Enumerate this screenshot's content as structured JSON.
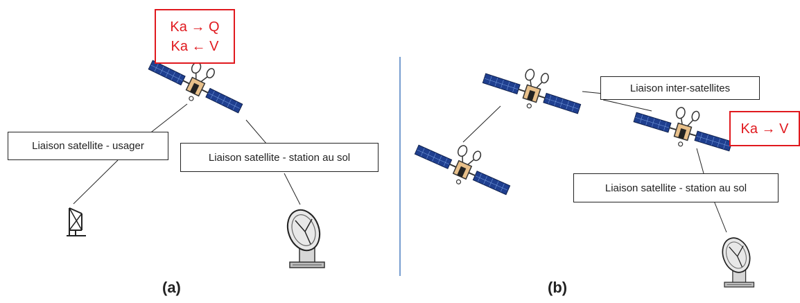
{
  "panel_a": {
    "caption": "(a)",
    "band_box": {
      "line1": "Ka → Q",
      "line2": "Ka ← V",
      "border_color": "#e0191e"
    },
    "labels": {
      "user_link": "Liaison satellite - usager",
      "ground_link": "Liaison satellite - station au sol"
    },
    "icons": [
      "satellite-icon",
      "user-terminal-antenna-icon",
      "ground-station-dish-icon"
    ]
  },
  "panel_b": {
    "caption": "(b)",
    "band_box": {
      "line1": "Ka → V",
      "border_color": "#e0191e"
    },
    "labels": {
      "inter_satellite_link": "Liaison inter-satellites",
      "ground_link": "Liaison satellite - station au sol"
    },
    "icons": [
      "satellite-icon",
      "satellite-icon",
      "satellite-icon",
      "ground-station-dish-icon"
    ]
  },
  "colors": {
    "divider": "#4a7fc1",
    "solar_panel": "#1f3f8f",
    "panel_grid": "#7fa6e8",
    "band_text": "#e0191e",
    "line": "#222222"
  }
}
